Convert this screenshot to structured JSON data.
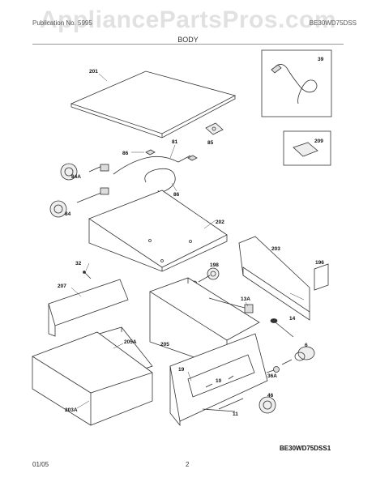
{
  "watermark": "AppliancePartsPros.com",
  "header": {
    "left": "Publication No. 5995",
    "right": "BE30WD75DSS"
  },
  "section_title": "BODY",
  "model_code": "BE30WD75DSS1",
  "footer": {
    "date": "01/05",
    "page": "2"
  },
  "labels": {
    "p201": "201",
    "p39": "39",
    "p86a": "86",
    "p81": "81",
    "p85": "85",
    "p209": "209",
    "p84a": "84A",
    "p86b": "86",
    "p84": "84",
    "p202": "202",
    "p203": "203",
    "p196": "196",
    "p32": "32",
    "p198": "198",
    "p207": "207",
    "p13a": "13A",
    "p14": "14",
    "p205a": "205A",
    "p205": "205",
    "p6": "6",
    "p19": "19",
    "p10": "10",
    "p36a": "36A",
    "p203a": "203A",
    "p46": "46",
    "p11": "11"
  }
}
